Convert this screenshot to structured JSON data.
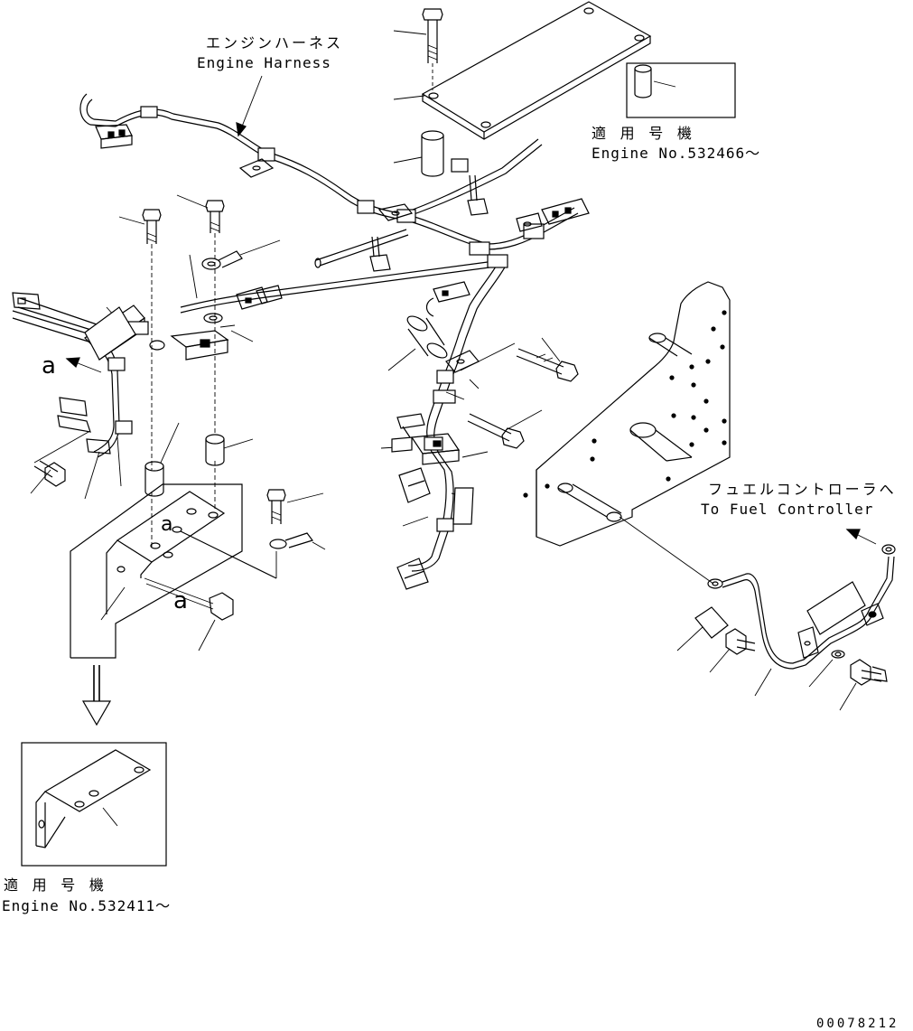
{
  "labels": {
    "engine_harness_jp": "エンジンハーネス",
    "engine_harness_en": "Engine Harness",
    "applicable_jp_1": "適 用 号 機",
    "applicable_en_1": "Engine No.532466～",
    "fuel_controller_jp": "フュエルコントローラへ",
    "fuel_controller_en": "To Fuel Controller",
    "applicable_jp_2": "適 用 号 機",
    "applicable_en_2": "Engine No.532411～",
    "ref_a_1": "a",
    "ref_a_2": "a",
    "ref_a_3": "a",
    "drawing_number": "00078212"
  },
  "colors": {
    "ink": "#000000",
    "paper": "#ffffff"
  }
}
